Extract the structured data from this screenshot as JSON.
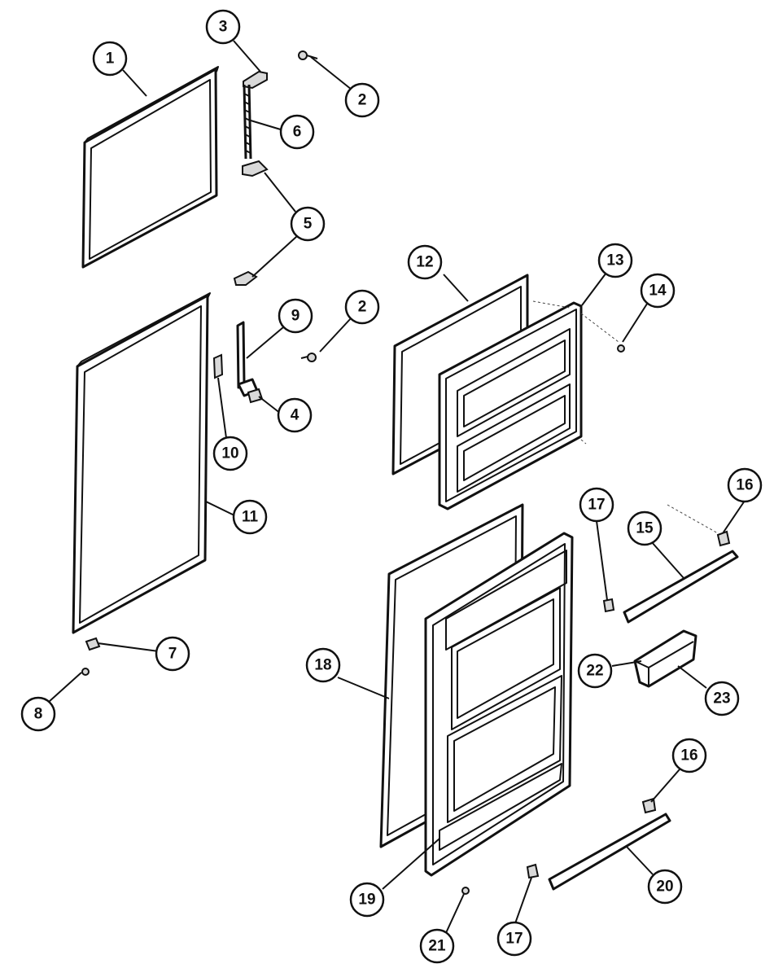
{
  "callouts": [
    {
      "id": "c1",
      "label": "1"
    },
    {
      "id": "c2a",
      "label": "2"
    },
    {
      "id": "c3",
      "label": "3"
    },
    {
      "id": "c6",
      "label": "6"
    },
    {
      "id": "c5",
      "label": "5"
    },
    {
      "id": "c12",
      "label": "12"
    },
    {
      "id": "c13",
      "label": "13"
    },
    {
      "id": "c14",
      "label": "14"
    },
    {
      "id": "c9",
      "label": "9"
    },
    {
      "id": "c2b",
      "label": "2"
    },
    {
      "id": "c4",
      "label": "4"
    },
    {
      "id": "c10",
      "label": "10"
    },
    {
      "id": "c11",
      "label": "11"
    },
    {
      "id": "c16a",
      "label": "16"
    },
    {
      "id": "c17a",
      "label": "17"
    },
    {
      "id": "c15",
      "label": "15"
    },
    {
      "id": "c7",
      "label": "7"
    },
    {
      "id": "c8",
      "label": "8"
    },
    {
      "id": "c18",
      "label": "18"
    },
    {
      "id": "c22",
      "label": "22"
    },
    {
      "id": "c23",
      "label": "23"
    },
    {
      "id": "c16b",
      "label": "16"
    },
    {
      "id": "c19",
      "label": "19"
    },
    {
      "id": "c20",
      "label": "20"
    },
    {
      "id": "c21",
      "label": "21"
    },
    {
      "id": "c17b",
      "label": "17"
    }
  ]
}
